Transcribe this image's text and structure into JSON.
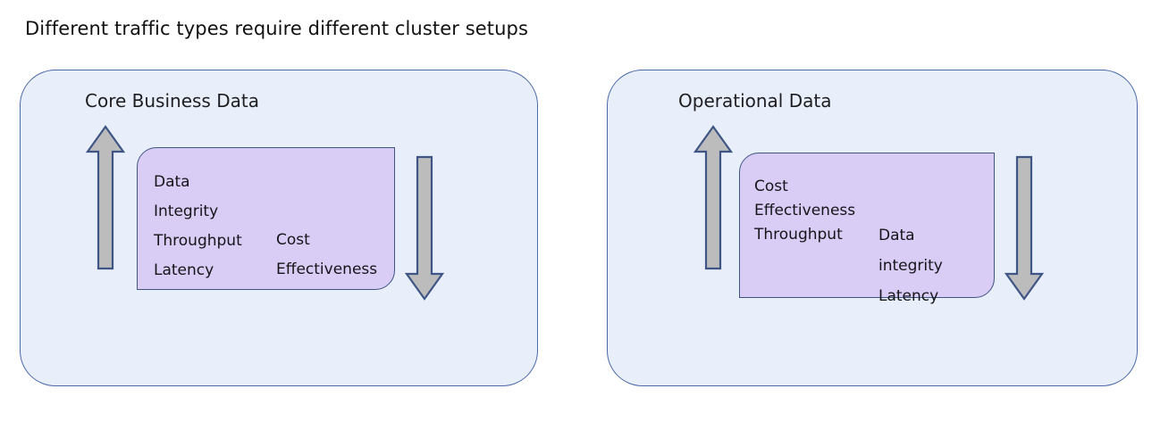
{
  "title": "Different traffic types require different cluster setups",
  "colors": {
    "panel_fill": "#e9effa",
    "panel_border": "#4a6aa8",
    "card_fill": "#d9cdf5",
    "card_border": "#3f5585",
    "arrow_fill": "#bcbcbc",
    "arrow_border": "#3f5585",
    "text": "#151519",
    "background": "#ffffff"
  },
  "panels": [
    {
      "id": "core-business-data",
      "heading": "Core Business Data",
      "arrow_up": "up-arrow",
      "arrow_down": "down-arrow",
      "card": {
        "primary": [
          "Data",
          "Integrity",
          "Throughput",
          "Latency"
        ],
        "secondary": [
          "Cost",
          "Effectiveness"
        ]
      }
    },
    {
      "id": "operational-data",
      "heading": "Operational Data",
      "arrow_up": "up-arrow",
      "arrow_down": "down-arrow",
      "card": {
        "primary": [
          "Cost",
          "Effectiveness",
          "Throughput"
        ],
        "secondary": [
          "Data",
          "integrity",
          "Latency"
        ]
      }
    }
  ]
}
